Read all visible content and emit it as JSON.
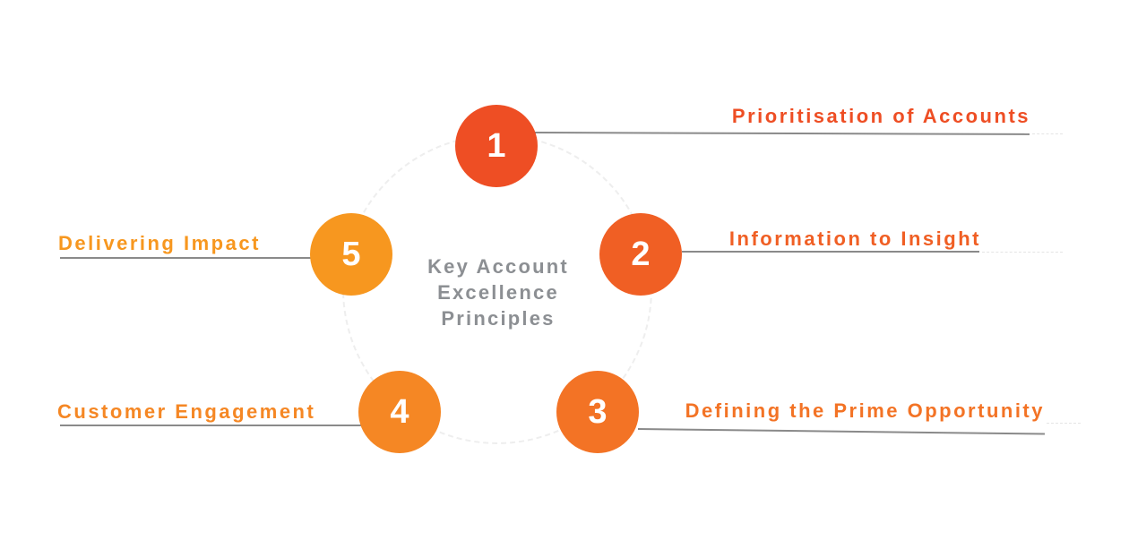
{
  "center": {
    "lines": [
      "Key Account",
      "Excellence",
      "Principles"
    ],
    "color": "#8c8f93"
  },
  "principles": [
    {
      "number": "1",
      "label": "Prioritisation of Accounts",
      "color": "#ee4e24"
    },
    {
      "number": "2",
      "label": "Information to Insight",
      "color": "#f05f24"
    },
    {
      "number": "3",
      "label": "Defining the Prime Opportunity",
      "color": "#f37325"
    },
    {
      "number": "4",
      "label": "Customer Engagement",
      "color": "#f58724"
    },
    {
      "number": "5",
      "label": "Delivering Impact",
      "color": "#f7971f"
    }
  ],
  "connector_color": "#8a8a8a"
}
